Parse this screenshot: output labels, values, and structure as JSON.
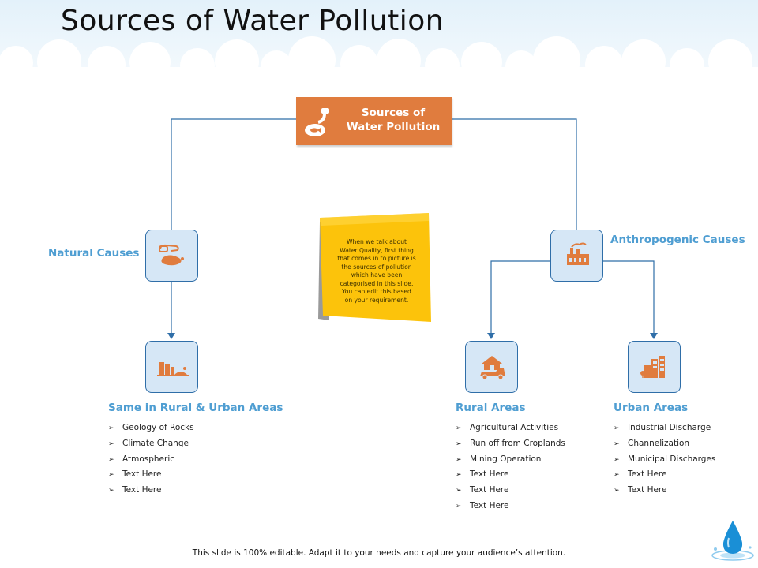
{
  "title": "Sources of Water Pollution",
  "root": {
    "label_line1": "Sources of",
    "label_line2": "Water Pollution",
    "icon": "pipe-discharge-fish-icon"
  },
  "natural": {
    "label": "Natural Causes",
    "icon": "oil-spill-icon"
  },
  "anthropogenic": {
    "label": "Anthropogenic Causes",
    "icon": "factory-icon"
  },
  "same_areas": {
    "label": "Same in Rural & Urban Areas",
    "icon": "landscape-icon",
    "items": [
      "Geology of Rocks",
      "Climate Change",
      "Atmospheric",
      "Text Here",
      "Text Here"
    ]
  },
  "rural": {
    "label": "Rural Areas",
    "icon": "farm-house-icon",
    "items": [
      "Agricultural Activities",
      "Run off from Croplands",
      "Mining Operation",
      "Text Here",
      "Text Here",
      "Text Here"
    ]
  },
  "urban": {
    "label": "Urban Areas",
    "icon": "city-buildings-icon",
    "items": [
      "Industrial Discharge",
      "Channelization",
      "Municipal Discharges",
      "Text Here",
      "Text Here"
    ]
  },
  "note": {
    "lines": [
      "When we talk about",
      "Water Quality, first thing",
      "that comes in to picture is",
      "the sources of pollution",
      "which have been",
      "categorised in this slide.",
      "You can edit this based",
      "on your requirement."
    ]
  },
  "bullet_mark": "➢",
  "footer": "This slide is 100% editable. Adapt it to your needs and capture your audience’s attention.",
  "colors": {
    "accent_orange": "#e07c3e",
    "line_blue": "#2f6ea8",
    "node_fill": "#d6e7f6",
    "label_blue": "#4f9ed2",
    "note_yellow": "#fcc30b",
    "drop_blue": "#1a8fd6"
  }
}
